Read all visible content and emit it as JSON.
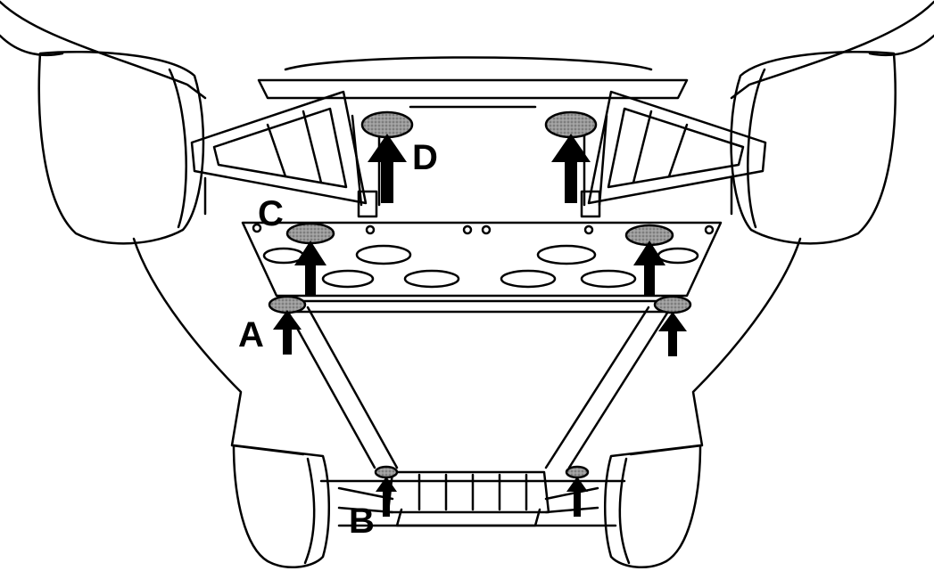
{
  "labels": {
    "a": "A",
    "b": "B",
    "c": "C",
    "d": "D"
  },
  "colors": {
    "ink": "#000000",
    "paper": "#ffffff",
    "pad_fill": "#8c8c8c",
    "arrow": "#000000"
  },
  "icons": {
    "lift_point": "lift-pad-icon",
    "arrow": "arrow-up-icon"
  }
}
